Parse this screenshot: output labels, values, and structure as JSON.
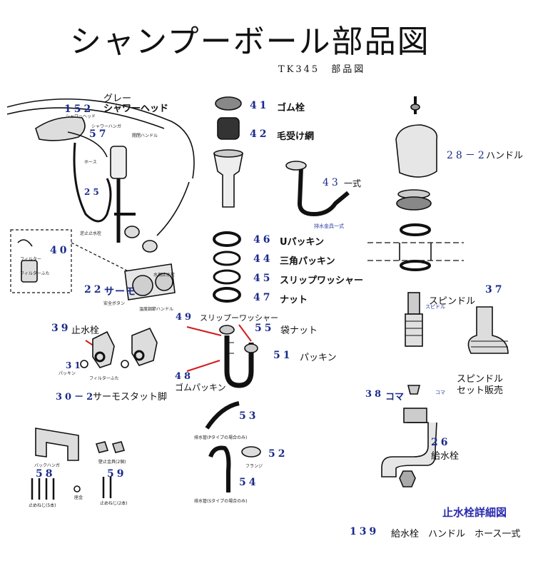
{
  "title": "シャンプーボール部品図",
  "subtitle": "TK345　部品図",
  "parts": [
    {
      "id": "p152",
      "num": "152",
      "label": "グレー\nシャワーヘッド"
    },
    {
      "id": "p57",
      "num": "57",
      "label": ""
    },
    {
      "id": "p25",
      "num": "25",
      "label": ""
    },
    {
      "id": "p40",
      "num": "40",
      "label": ""
    },
    {
      "id": "p22",
      "num": "22",
      "label": "サーモ"
    },
    {
      "id": "p41",
      "num": "41",
      "label": "ゴム栓"
    },
    {
      "id": "p42",
      "num": "42",
      "label": "毛受け網"
    },
    {
      "id": "p43",
      "num": "43",
      "label": "一式"
    },
    {
      "id": "p46",
      "num": "46",
      "label": "Uパッキン"
    },
    {
      "id": "p44",
      "num": "44",
      "label": "三角パッキン"
    },
    {
      "id": "p45",
      "num": "45",
      "label": "スリップワッシャー"
    },
    {
      "id": "p47",
      "num": "47",
      "label": "ナット"
    },
    {
      "id": "p49",
      "num": "49",
      "label": "スリップーワッシャー"
    },
    {
      "id": "p55",
      "num": "55",
      "label": "袋ナット"
    },
    {
      "id": "p51",
      "num": "51",
      "label": "パッキン"
    },
    {
      "id": "p48",
      "num": "48",
      "label": "ゴムパッキン"
    },
    {
      "id": "p39",
      "num": "39",
      "label": "止水栓"
    },
    {
      "id": "p31",
      "num": "31",
      "label": ""
    },
    {
      "id": "p30",
      "num": "30－2",
      "label": "サーモスタット脚"
    },
    {
      "id": "p53",
      "num": "53",
      "label": ""
    },
    {
      "id": "p52",
      "num": "52",
      "label": ""
    },
    {
      "id": "p54",
      "num": "54",
      "label": ""
    },
    {
      "id": "p58",
      "num": "58",
      "label": ""
    },
    {
      "id": "p59",
      "num": "59",
      "label": ""
    },
    {
      "id": "p28",
      "num": "28－2",
      "label": "ハンドル"
    },
    {
      "id": "p37",
      "num": "37",
      "label": ""
    },
    {
      "id": "p38",
      "num": "38",
      "label": "コマ"
    },
    {
      "id": "p26",
      "num": "26",
      "label": "給水栓"
    },
    {
      "id": "p139",
      "num": "139",
      "label": "給水栓　ハンドル　ホース一式"
    }
  ],
  "labels": {
    "spindle": "スピンドル",
    "spindle_set": "スピンドル\nセット販売",
    "detail_title": "止水栓詳細図",
    "mini_shower_head": "シャワーヘッド",
    "mini_shower_hanger": "シャワーハンガ",
    "mini_switch_handle": "開閉ハンドル",
    "mini_hose": "ホース",
    "mini_supply_stop": "逆止止水栓",
    "mini_filter": "フィルター",
    "mini_filter_cap": "フィルターふた",
    "mini_hot_stop": "水側止水栓",
    "mini_safety": "安全ボタン",
    "mini_temp_handle": "温度調節ハンドル",
    "mini_drain_set": "排水金具一式",
    "mini_packing": "パッキン",
    "mini_filter_cap2": "フィルターふた",
    "mini_drain_p": "排水管(Pタイプの場合のみ)",
    "mini_drain_s": "排水管(Sタイプの場合のみ)",
    "mini_flange": "フランジ",
    "mini_back_hanger": "バックハンガ",
    "mini_stopper": "壁止金具(2個)",
    "mini_screw5": "止めねじ(5本)",
    "mini_screw2": "止めねじ(2本)",
    "mini_washer": "座金",
    "mini_spindle": "スピドル",
    "mini_koma": "コマ"
  },
  "colors": {
    "number": "#1a2a8a",
    "accent": "#2a2ab0",
    "leader": "#d11a1a",
    "line": "#111111"
  }
}
